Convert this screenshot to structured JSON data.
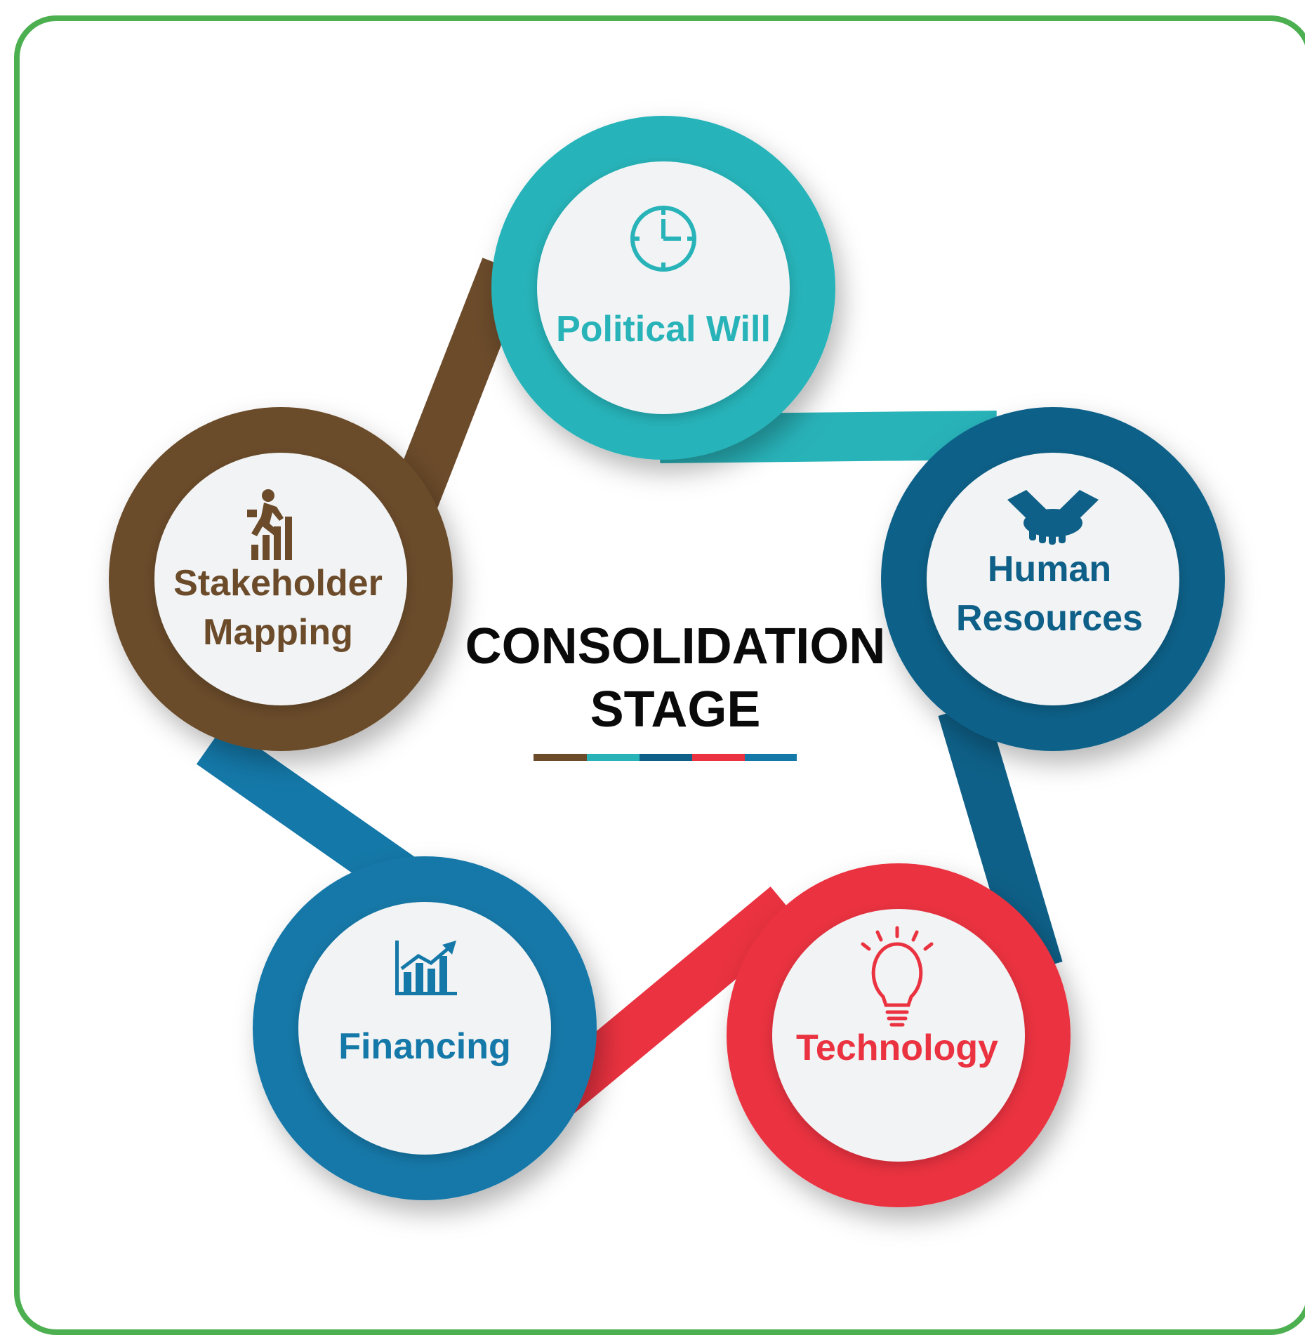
{
  "colors": {
    "frame": "#4caf50",
    "brown": "#6b4b2a",
    "teal": "#28b3b9",
    "dark_blue": "#0e6088",
    "red": "#ea3240",
    "blue": "#1478a8",
    "disc": "#f1f3f4"
  },
  "center": {
    "line1": "CONSOLIDATION",
    "line2": "STAGE"
  },
  "nodes": [
    {
      "id": "political-will",
      "lines": [
        "Political Will"
      ],
      "icon": "clock-icon",
      "color": "#28b3b9"
    },
    {
      "id": "human-resources",
      "lines": [
        "Human",
        "Resources"
      ],
      "icon": "handshake-icon",
      "color": "#0e6088"
    },
    {
      "id": "technology",
      "lines": [
        "Technology"
      ],
      "icon": "lightbulb-icon",
      "color": "#ea3240"
    },
    {
      "id": "financing",
      "lines": [
        "Financing"
      ],
      "icon": "bar-chart-icon",
      "color": "#1478a8"
    },
    {
      "id": "stakeholder-mapping",
      "lines": [
        "Stakeholder",
        "Mapping"
      ],
      "icon": "climbing-person-icon",
      "color": "#6b4b2a"
    }
  ],
  "accent_bar": [
    "#6b4b2a",
    "#28b3b9",
    "#0e6088",
    "#ea3240",
    "#1478a8"
  ]
}
